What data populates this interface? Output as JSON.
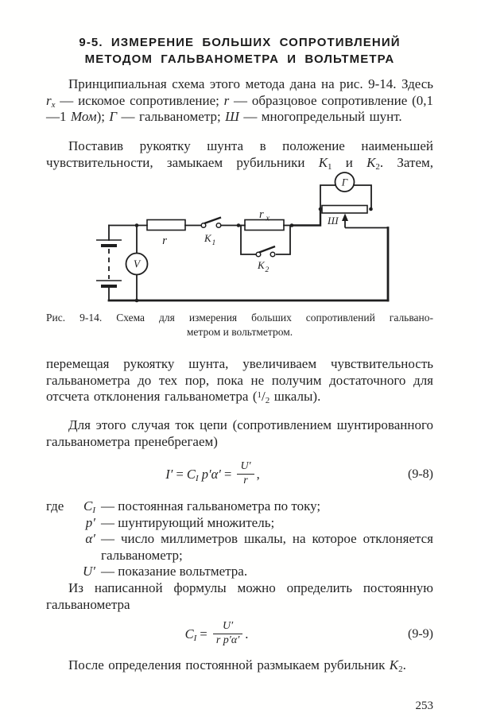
{
  "colors": {
    "ink": "#242424",
    "paper": "#ffffff"
  },
  "page_number": "253",
  "heading": {
    "line1": "9-5. ИЗМЕРЕНИЕ БОЛЬШИХ СОПРОТИВЛЕНИЙ",
    "line2": "МЕТОДОМ ГАЛЬВАНОМЕТРА И ВОЛЬТМЕТРА"
  },
  "paragraphs": {
    "p1": [
      {
        "t": "Принципиальная схема этого метода дана на рис. 9-14. Здесь "
      },
      {
        "t": "r",
        "i": true
      },
      {
        "t": "x",
        "sub": true,
        "i": true
      },
      {
        "t": " — искомое сопротивление; "
      },
      {
        "t": "r",
        "i": true
      },
      {
        "t": " — образцовое сопротивление (0,1—1 "
      },
      {
        "t": "Мом",
        "i": true
      },
      {
        "t": "); "
      },
      {
        "t": "Г",
        "i": true
      },
      {
        "t": " — гальванометр; "
      },
      {
        "t": "Ш",
        "i": true
      },
      {
        "t": " — многопредельный шунт."
      }
    ],
    "p2": [
      {
        "t": "Поставив рукоятку шунта в положение наименьшей чувствительности, замыкаем рубильники "
      },
      {
        "t": "К",
        "i": true
      },
      {
        "t": "1",
        "sub": true
      },
      {
        "t": " и "
      },
      {
        "t": "К",
        "i": true
      },
      {
        "t": "2",
        "sub": true
      },
      {
        "t": ". Затем,"
      }
    ],
    "p3": [
      {
        "t": "перемещая рукоятку шунта, увеличиваем чувствительность гальванометра до тех пор, пока не получим достаточного для отсчета отклонения гальванометра ("
      },
      {
        "t": "1",
        "sup": true
      },
      {
        "t": "/"
      },
      {
        "t": "2",
        "sub": true
      },
      {
        "t": " шкалы)."
      }
    ],
    "p4": [
      {
        "t": "Для этого случая ток цепи (сопротивлением шунтированного гальванометра пренебрегаем)"
      }
    ],
    "p5": [
      {
        "t": "Из написанной формулы можно определить постоянную гальванометра"
      }
    ],
    "p6": [
      {
        "t": "После определения постоянной размыкаем рубильник "
      },
      {
        "t": "К",
        "i": true
      },
      {
        "t": "2",
        "sub": true
      },
      {
        "t": "."
      }
    ]
  },
  "figure": {
    "caption_line1": "Рис. 9-14. Схема для измерения больших сопротивлений гальвано-",
    "caption_line2": "метром и вольтметром.",
    "labels": {
      "galvanometer": "Г",
      "voltmeter": "V",
      "resistor": "r",
      "k1_base": "К",
      "k1_sub": "1",
      "rx_base": "r",
      "rx_sub": "x",
      "k2_base": "К",
      "k2_sub": "2",
      "shunt": "Ш"
    }
  },
  "formula_9_8": {
    "lead": [
      {
        "t": "I′",
        "i": true
      },
      {
        "t": " = "
      },
      {
        "t": "C",
        "i": true
      },
      {
        "t": "I",
        "sub": true,
        "i": true
      },
      {
        "t": " "
      },
      {
        "t": "p′α′",
        "i": true
      },
      {
        "t": " = "
      }
    ],
    "num": "U′",
    "den": "r",
    "trail": ",",
    "tag": "(9-8)"
  },
  "formula_9_9": {
    "lead": [
      {
        "t": "C",
        "i": true
      },
      {
        "t": "I",
        "sub": true,
        "i": true
      },
      {
        "t": " = "
      }
    ],
    "num": "U′",
    "den": "r p′α′",
    "trail": ".",
    "tag": "(9-9)"
  },
  "definitions": {
    "pre": "где",
    "rows": [
      {
        "sym": [
          {
            "t": "C",
            "i": true
          },
          {
            "t": "I",
            "sub": true,
            "i": true
          }
        ],
        "text": [
          {
            "t": "— постоянная гальванометра по току;"
          }
        ]
      },
      {
        "sym": [
          {
            "t": "p′",
            "i": true
          }
        ],
        "text": [
          {
            "t": "— шунтирующий множитель;"
          }
        ]
      },
      {
        "sym": [
          {
            "t": "α′",
            "i": true
          }
        ],
        "text": [
          {
            "t": "— число миллиметров шкалы, на которое отклоняется гальванометр;"
          }
        ]
      },
      {
        "sym": [
          {
            "t": "U′",
            "i": true
          }
        ],
        "text": [
          {
            "t": "— показание вольтметра."
          }
        ]
      }
    ]
  }
}
